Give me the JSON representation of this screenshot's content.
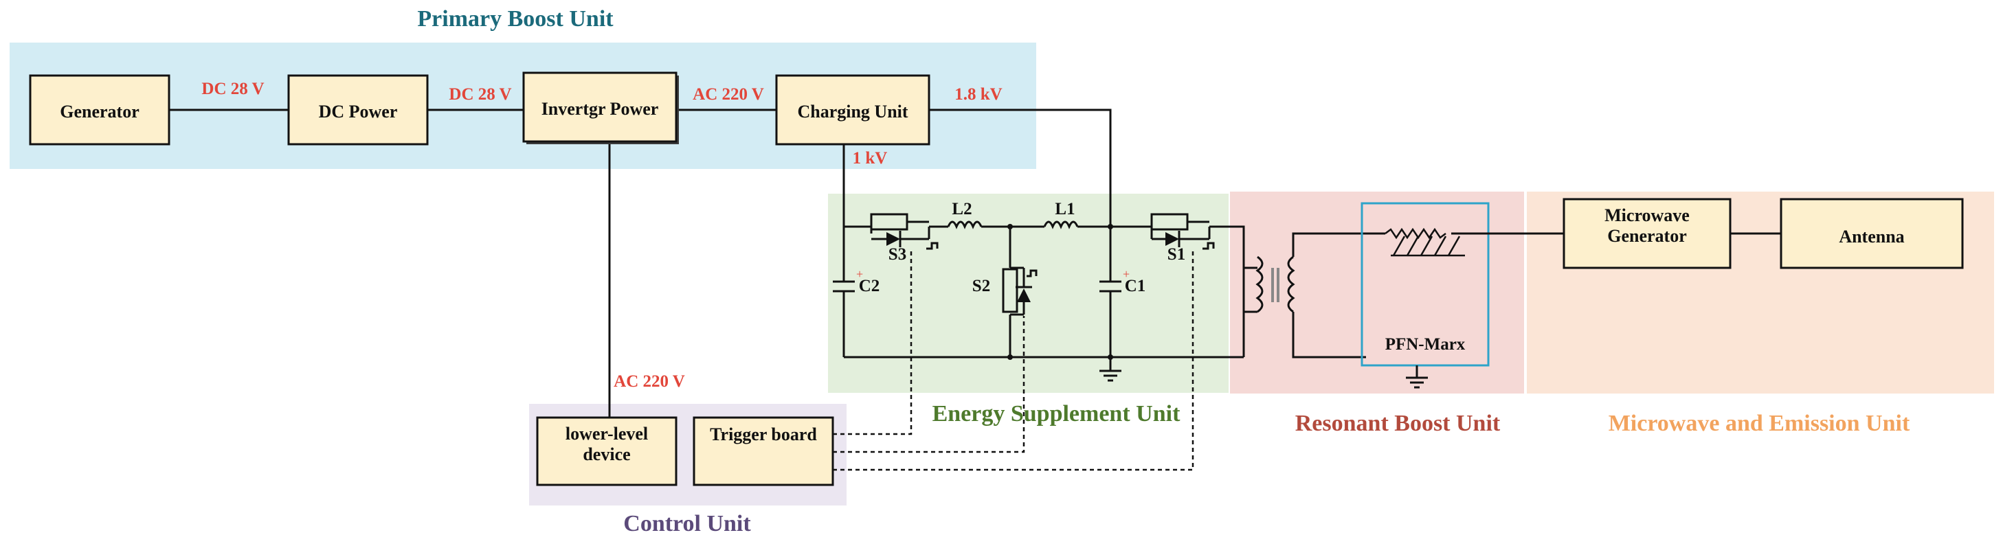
{
  "units": {
    "primary_boost": "Primary Boost Unit",
    "energy_supplement": "Energy Supplement Unit",
    "resonant_boost": "Resonant Boost Unit",
    "microwave_emission": "Microwave and Emission Unit",
    "control": "Control Unit"
  },
  "blocks": {
    "generator": "Generator",
    "dc_power": "DC Power",
    "inverter_power": "Invertgr Power",
    "charging_unit": "Charging Unit",
    "lower_level_1": "lower-level",
    "lower_level_2": "device",
    "trigger_board": "Trigger board",
    "microwave_gen_1": "Microwave",
    "microwave_gen_2": "Generator",
    "antenna": "Antenna",
    "pfn_marx": "PFN-Marx"
  },
  "voltages": {
    "gen_dc": "DC 28 V",
    "dc_inv": "DC 28 V",
    "inv_charge": "AC 220 V",
    "charge_out": "1.8 kV",
    "charge_down": "1 kV",
    "control_supply": "AC 220 V"
  },
  "components": {
    "l1": "L1",
    "l2": "L2",
    "s1": "S1",
    "s2": "S2",
    "s3": "S3",
    "c1": "C1",
    "c2": "C2"
  },
  "colors": {
    "primary_bg": "#d3ecf4",
    "energy_bg": "#e3efdc",
    "resonant_bg": "#f5d9d6",
    "microwave_bg": "#fbe5d6",
    "control_bg": "#ebe6f1",
    "block_fill": "#fdf0cd",
    "primary_title": "#1b6a7b",
    "energy_title": "#4e7a2c",
    "resonant_title": "#b24a3c",
    "microwave_title": "#f2a35e",
    "control_title": "#5b4a7a",
    "voltage": "#e2463a",
    "pfn_border": "#2ea4c9"
  }
}
